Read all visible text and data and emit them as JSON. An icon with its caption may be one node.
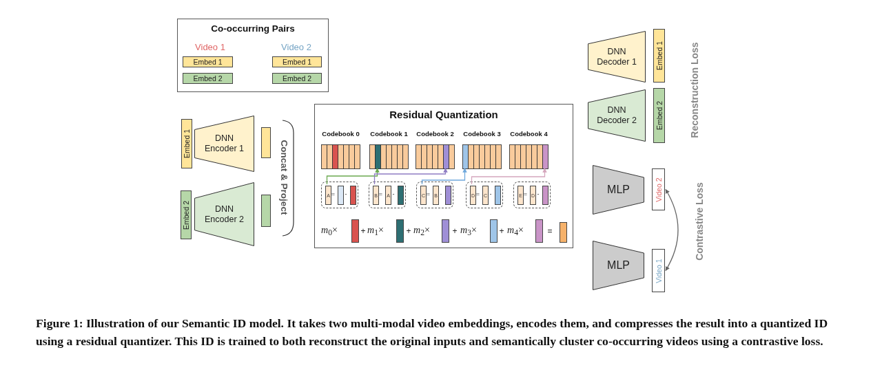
{
  "diagram": {
    "caption": "Figure 1: Illustration of our Semantic ID model. It takes two multi-modal video embeddings, encodes them, and compresses the result into a quantized ID using a residual quantizer. This ID is trained to both reconstruct the original inputs and semantically cluster co-occurring videos using a contrastive loss.",
    "nodes": [
      {
        "text": [
          "Co-occurring Pairs"
        ]
      },
      {
        "text": [
          "Embed 1"
        ],
        "in": 0
      },
      {
        "text": [
          "Embed 1"
        ],
        "in": 0
      },
      {
        "text": [
          "Embed 2"
        ],
        "in": 0
      },
      {
        "text": [
          "Embed 2"
        ],
        "in": 0
      },
      {
        "text": [
          "Embed 1"
        ]
      },
      {
        "text": [
          "DNN Encoder 1"
        ]
      },
      {
        "text": [],
        "shape": "bar"
      },
      {
        "text": [
          "Embed 2"
        ]
      },
      {
        "text": [
          "DNN Encoder 2"
        ]
      },
      {
        "text": [],
        "shape": "bar"
      },
      {
        "text": [
          "Residual Quantization"
        ]
      },
      {
        "text": [
          "Codebook 0"
        ],
        "in": 11
      },
      {
        "text": [
          "Codebook 1"
        ],
        "in": 11
      },
      {
        "text": [
          "Codebook 2"
        ],
        "in": 11
      },
      {
        "text": [
          "Codebook 3"
        ],
        "in": 11
      },
      {
        "text": [
          "Codebook 4"
        ],
        "in": 11
      },
      {
        "text": [],
        "shape": "box",
        "in": 11
      },
      {
        "text": [
          "A"
        ],
        "in": 17
      },
      {
        "text": [],
        "shape": "bar",
        "in": 17
      },
      {
        "text": [],
        "shape": "bar",
        "in": 17
      },
      {
        "text": [],
        "shape": "box",
        "in": 11
      },
      {
        "text": [
          "B"
        ],
        "in": 21
      },
      {
        "text": [
          "A"
        ],
        "in": 21
      },
      {
        "text": [],
        "shape": "bar",
        "in": 21
      },
      {
        "text": [],
        "shape": "box",
        "in": 11
      },
      {
        "text": [
          "C"
        ],
        "in": 25
      },
      {
        "text": [
          "B"
        ],
        "in": 25
      },
      {
        "text": [],
        "shape": "bar",
        "in": 25
      },
      {
        "text": [],
        "shape": "box",
        "in": 11
      },
      {
        "text": [
          "D"
        ],
        "in": 29
      },
      {
        "text": [
          "C"
        ],
        "in": 29
      },
      {
        "text": [],
        "shape": "bar",
        "in": 29
      },
      {
        "text": [],
        "shape": "box",
        "in": 11
      },
      {
        "text": [
          "E"
        ],
        "in": 33
      },
      {
        "text": [
          "D"
        ],
        "in": 33
      },
      {
        "text": [],
        "shape": "bar",
        "in": 33
      },
      {
        "text": [],
        "shape": "bar",
        "in": 11
      },
      {
        "text": [],
        "shape": "bar",
        "in": 11
      },
      {
        "text": [],
        "shape": "bar",
        "in": 11
      },
      {
        "text": [],
        "shape": "bar",
        "in": 11
      },
      {
        "text": [],
        "shape": "bar",
        "in": 11
      },
      {
        "text": [],
        "shape": "bar",
        "in": 11
      },
      {
        "text": [
          "DNN Decoder 1"
        ]
      },
      {
        "text": [
          "Embed 1"
        ]
      },
      {
        "text": [
          "DNN Decoder 2"
        ]
      },
      {
        "text": [
          "Embed 2"
        ]
      },
      {
        "text": [
          "MLP"
        ]
      },
      {
        "text": [
          "Video 2"
        ]
      },
      {
        "text": [
          "MLP"
        ]
      },
      {
        "text": [
          "Video 1"
        ]
      }
    ],
    "edges": [
      {
        "from": 18,
        "to": 13,
        "arrow": "to",
        "color": "#6aa84f"
      },
      {
        "from": 22,
        "to": 14,
        "arrow": "to",
        "color": "#8e7cc3"
      },
      {
        "from": 26,
        "to": 15,
        "arrow": "to",
        "color": "#6fa8dc"
      },
      {
        "from": 30,
        "to": 16,
        "arrow": "to",
        "color": "#d5a6bd"
      },
      {
        "from": 48,
        "to": 50,
        "arrow": "both",
        "color": "#666666"
      }
    ],
    "labels": [
      "Video 1",
      "Video 2",
      "Concat & Project",
      "=",
      "-",
      "=",
      "-",
      "=",
      "-",
      "=",
      "-",
      "=",
      "-",
      "*m*$_{0}$×",
      "+",
      "*m*$_{1}$×",
      "+",
      "*m*$_{2}$×",
      "+",
      "*m*$_{3}$×",
      "+",
      "*m*$_{4}$×",
      "=",
      "Reconstruction Loss",
      "Contrastive Loss"
    ]
  }
}
